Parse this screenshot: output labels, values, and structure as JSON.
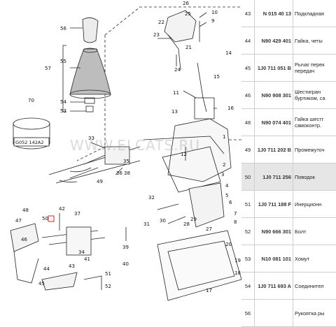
{
  "diagram": {
    "code_box": "G052 142A2",
    "watermark": "WWW.ELCATS.RU",
    "callouts": [
      {
        "id": "c56",
        "label": "56"
      },
      {
        "id": "c57",
        "label": "57"
      },
      {
        "id": "c55",
        "label": "55"
      },
      {
        "id": "c54",
        "label": "54"
      },
      {
        "id": "c53",
        "label": "53"
      },
      {
        "id": "c70",
        "label": "70"
      },
      {
        "id": "c26",
        "label": "26"
      },
      {
        "id": "c25",
        "label": "25"
      },
      {
        "id": "c10",
        "label": "10"
      },
      {
        "id": "c9",
        "label": "9"
      },
      {
        "id": "c22",
        "label": "22"
      },
      {
        "id": "c23",
        "label": "23"
      },
      {
        "id": "c21",
        "label": "21"
      },
      {
        "id": "c24",
        "label": "24"
      },
      {
        "id": "c14",
        "label": "14"
      },
      {
        "id": "c15",
        "label": "15"
      },
      {
        "id": "c11",
        "label": "11"
      },
      {
        "id": "c16",
        "label": "16"
      },
      {
        "id": "c13",
        "label": "13"
      },
      {
        "id": "c33",
        "label": "33"
      },
      {
        "id": "c35",
        "label": "35"
      },
      {
        "id": "c36",
        "label": "36"
      },
      {
        "id": "c1",
        "label": "1"
      },
      {
        "id": "c2",
        "label": "2"
      },
      {
        "id": "c3",
        "label": "3"
      },
      {
        "id": "c4",
        "label": "4"
      },
      {
        "id": "c5",
        "label": "5"
      },
      {
        "id": "c6",
        "label": "6"
      },
      {
        "id": "c7",
        "label": "7"
      },
      {
        "id": "c8",
        "label": "8"
      },
      {
        "id": "c12",
        "label": "12"
      },
      {
        "id": "c38",
        "label": "38"
      },
      {
        "id": "c49",
        "label": "49"
      },
      {
        "id": "c37",
        "label": "37"
      },
      {
        "id": "c42",
        "label": "42"
      },
      {
        "id": "c50",
        "label": "50"
      },
      {
        "id": "c48",
        "label": "48"
      },
      {
        "id": "c47",
        "label": "47"
      },
      {
        "id": "c46",
        "label": "46"
      },
      {
        "id": "c45",
        "label": "45"
      },
      {
        "id": "c44",
        "label": "44"
      },
      {
        "id": "c43",
        "label": "43"
      },
      {
        "id": "c41",
        "label": "41"
      },
      {
        "id": "c39",
        "label": "39"
      },
      {
        "id": "c40",
        "label": "40"
      },
      {
        "id": "c34",
        "label": "34"
      },
      {
        "id": "c32",
        "label": "32"
      },
      {
        "id": "c31",
        "label": "31"
      },
      {
        "id": "c30",
        "label": "30"
      },
      {
        "id": "c29",
        "label": "29"
      },
      {
        "id": "c28",
        "label": "28"
      },
      {
        "id": "c27",
        "label": "27"
      },
      {
        "id": "c20",
        "label": "20"
      },
      {
        "id": "c19",
        "label": "19"
      },
      {
        "id": "c18",
        "label": "18"
      },
      {
        "id": "c17",
        "label": "17"
      },
      {
        "id": "c51",
        "label": "51"
      },
      {
        "id": "c52",
        "label": "52"
      }
    ]
  },
  "parts": [
    {
      "no": "43",
      "pn": "N 015 40 13",
      "desc": "Подкладная"
    },
    {
      "no": "44",
      "pn": "N90 429 401",
      "desc": "Гайка, четы"
    },
    {
      "no": "45",
      "pn": "1J0 711 051 B",
      "desc": "Рычаг перек|передач"
    },
    {
      "no": "46",
      "pn": "N90 908 301",
      "desc": "Шестигран|буртиком, са"
    },
    {
      "no": "48",
      "pn": "N90 074 401",
      "desc": "Гайка шестг|самоконтр."
    },
    {
      "no": "49",
      "pn": "1J0 711 202 B",
      "desc": "Промежуточ"
    },
    {
      "no": "50",
      "pn": "1J0 711 256",
      "desc": "Поводок"
    },
    {
      "no": "51",
      "pn": "1J0 711 188 F",
      "desc": "Инерционн"
    },
    {
      "no": "52",
      "pn": "N90 666 301",
      "desc": "Болт"
    },
    {
      "no": "53",
      "pn": "N10 081 101",
      "desc": "Хомут"
    },
    {
      "no": "54",
      "pn": "1J0 711 693 A",
      "desc": "Соединител"
    },
    {
      "no": "56",
      "pn": "",
      "desc": "Рукоятка ры"
    }
  ]
}
